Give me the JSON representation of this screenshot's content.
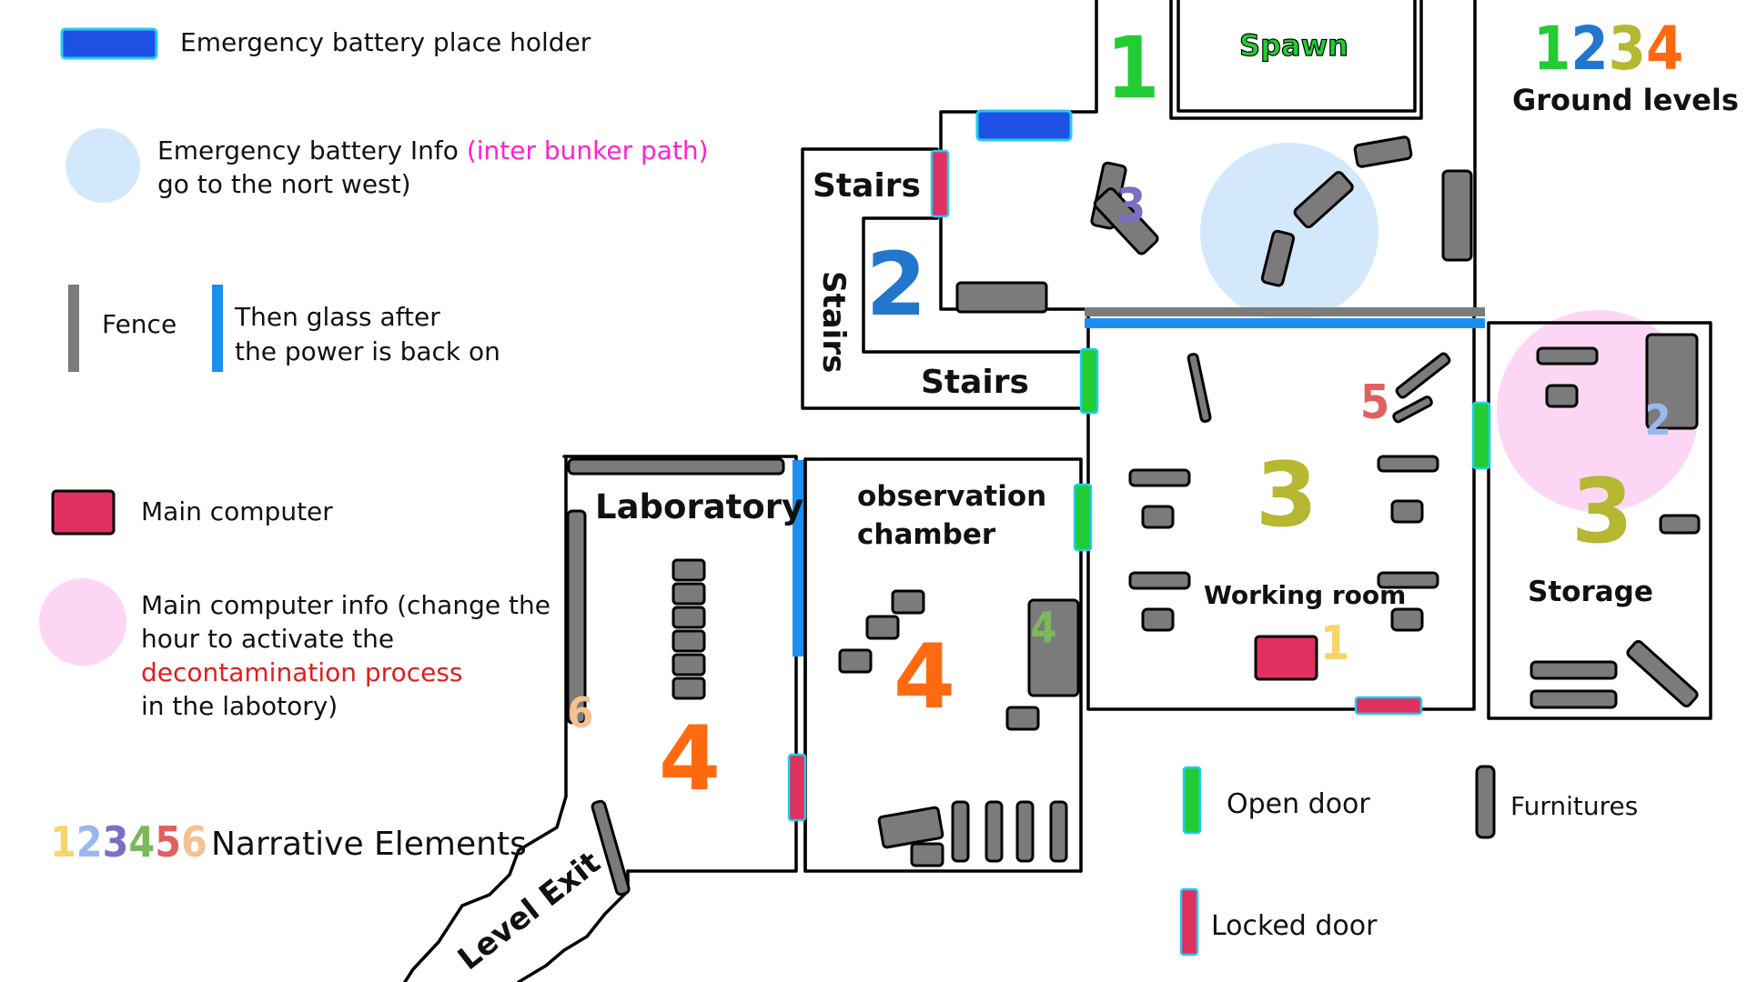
{
  "legend": {
    "battery_placeholder": "Emergency battery place holder",
    "battery_info_prefix": "Emergency battery Info ",
    "battery_info_highlight": "(inter bunker path)",
    "battery_info_line2": "go to the nort west)",
    "fence": "Fence",
    "glass_line1": "Then glass after",
    "glass_line2": "the power is back on",
    "main_computer": "Main computer",
    "computer_info_line1": "Main computer info (change the",
    "computer_info_line2": "hour to activate the",
    "computer_info_highlight": "decontamination process",
    "computer_info_line4": "in the labotory)",
    "narrative_digits": [
      "1",
      "2",
      "3",
      "4",
      "5",
      "6"
    ],
    "narrative_label": "Narrative Elements",
    "open_door": "Open door",
    "locked_door": "Locked door",
    "furnitures": "Furnitures",
    "ground_digits": [
      "1",
      "2",
      "3",
      "4"
    ],
    "ground_levels": "Ground levels"
  },
  "rooms": {
    "spawn": "Spawn",
    "stairs_top": "Stairs",
    "stairs_vertical": "Stairs",
    "stairs_bottom": "Stairs",
    "laboratory": "Laboratory",
    "observation_line1": "observation",
    "observation_line2": "chamber",
    "working_room": "Working room",
    "storage": "Storage",
    "level_exit": "Level Exit"
  },
  "level_numbers": {
    "spawn_area": "1",
    "stairs_area": "2",
    "working_room": "3",
    "storage": "3",
    "laboratory": "4",
    "observation": "4"
  },
  "narrative_markers": {
    "spawn": "3",
    "working_room_a": "5",
    "working_room_b": "1",
    "storage": "2",
    "observation": "4",
    "laboratory": "6"
  },
  "colors": {
    "level1": "#22cc33",
    "level2": "#2277cc",
    "level3": "#b5b830",
    "level4": "#ff6a10",
    "narrative1": "#f6d56a",
    "narrative2": "#9ab8ee",
    "narrative3": "#7b6fc4",
    "narrative4": "#7cb85a",
    "narrative5": "#e06060",
    "narrative6": "#f5c092",
    "battery": "#1e50e6",
    "battery_border": "#22ccee",
    "battery_zone": "#d3e9fb",
    "computer_zone": "#fdd6f5",
    "computer": "#e03060",
    "open_door": "#22cc33",
    "glass": "#1b8ff0",
    "fence": "#7b7b7b",
    "furniture": "#7b7b7b",
    "highlight_magenta": "#ff22cc",
    "highlight_red": "#e01e1e"
  }
}
